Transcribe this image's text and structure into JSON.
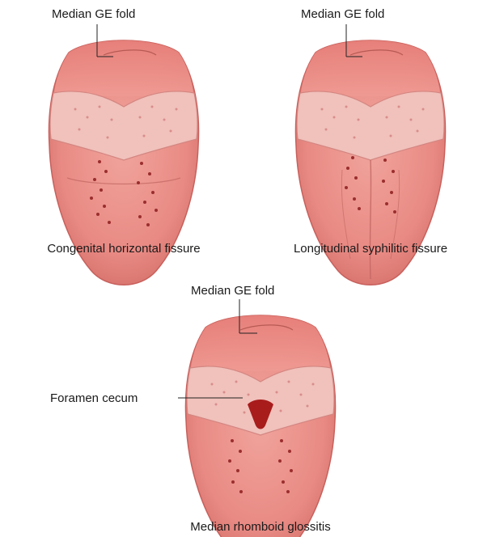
{
  "panels": [
    {
      "caption": "Congenital horizontal fissure",
      "label": "Median GE fold"
    },
    {
      "caption": "Longitudinal syphilitic fissure",
      "label": "Median GE fold"
    },
    {
      "caption": "Median rhomboid glossitis",
      "label": "Median GE fold",
      "extra_label": "Foramen cecum"
    }
  ],
  "colors": {
    "tongue_base": "#e98a84",
    "tongue_edge": "#c8605c",
    "tongue_root": "#e77f79",
    "band": "#f1c1bb",
    "dots_light": "#d88d8a",
    "dots_dark": "#9a2e2e",
    "rhomboid": "#a81c1c"
  }
}
